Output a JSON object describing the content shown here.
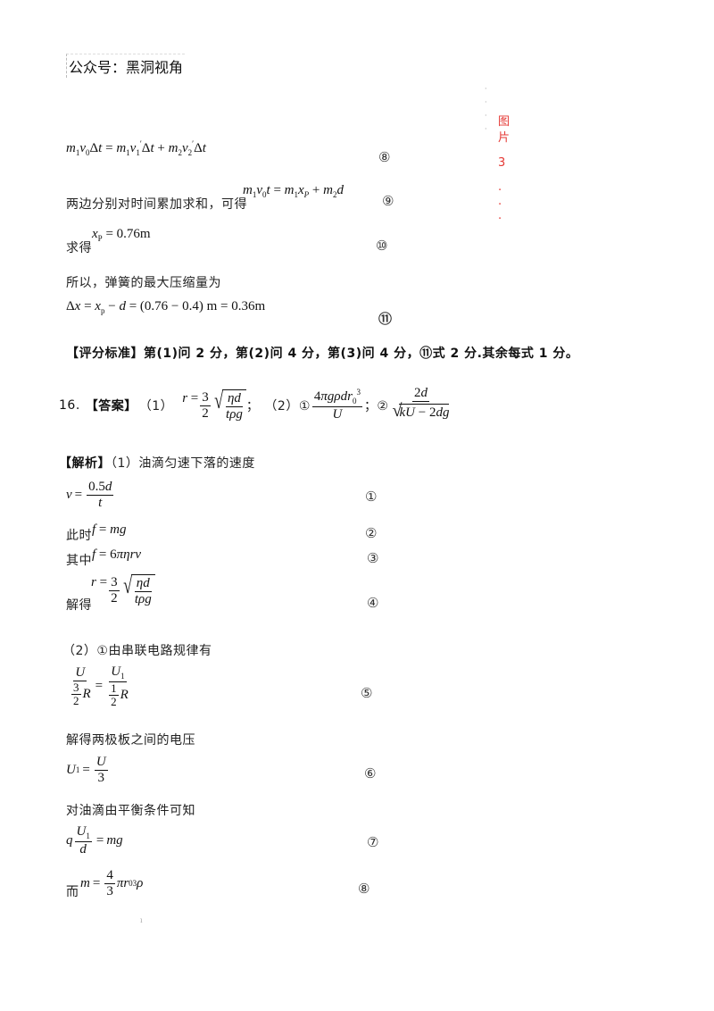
{
  "header": {
    "label": "公众号：黑洞视角"
  },
  "side_note": {
    "text_line1": "图",
    "text_line2": "片",
    "number": "3",
    "dots": [
      ".",
      ".",
      "."
    ]
  },
  "part_a": {
    "eq8": {
      "lhs": "m₁v₀Δt = m₁v₁′Δt + m₂v₂′Δt",
      "marker": "⑧"
    },
    "eq9": {
      "lead": "两边分别对时间累加求和，可得",
      "formula": "m₁v₀t = m₁x_P + m₂d",
      "marker": "⑨"
    },
    "eq10": {
      "lead": "求得",
      "formula": "x_P = 0.76m",
      "marker": "⑩"
    },
    "line_so": "所以，弹簧的最大压缩量为",
    "eq11": {
      "formula": "Δx = x_P − d = (0.76 − 0.4)m = 0.36m",
      "marker": "⑪"
    }
  },
  "scoring": {
    "label": "【评分标准】",
    "text": "第(1)问 2 分，第(2)问 4 分，第(3)问 4 分，⑪式 2 分.其余每式 1 分。"
  },
  "q16": {
    "number": "16.",
    "answer_label": "【答案】",
    "part1_label": "（1）",
    "part1_formula": "r = (3/2)√(ηd/(tρg))",
    "sep1": "；",
    "part2_label": "（2）①",
    "part2_formula": "4πgρd r₀³ / U",
    "sep2": "；②",
    "part3_formula": "2d / √(kU − 2dg)"
  },
  "analysis": {
    "label": "【解析】",
    "intro": "（1）油滴匀速下落的速度",
    "eq1": {
      "formula": "v = 0.5d / t",
      "marker": "①"
    },
    "eq2": {
      "lead": "此时",
      "formula": "f = mg",
      "marker": "②"
    },
    "eq3": {
      "lead": "其中",
      "formula": "f = 6πηrv",
      "marker": "③"
    },
    "eq4": {
      "lead": "解得",
      "formula": "r = (3/2)√(ηd/(tρg))",
      "marker": "④"
    },
    "part2_intro": "（2）①由串联电路规律有",
    "eq5": {
      "formula": "U / ((3/2)R) = U₁ / ((1/2)R)",
      "marker": "⑤"
    },
    "line_voltage": "解得两极板之间的电压",
    "eq6": {
      "formula": "U₁ = U / 3",
      "marker": "⑥"
    },
    "line_balance": "对油滴由平衡条件可知",
    "eq7": {
      "formula": "q U₁ / d = mg",
      "marker": "⑦"
    },
    "eq8": {
      "lead": "而",
      "formula": "m = (4/3)πr₀³ρ",
      "marker": "⑧"
    }
  },
  "footer_mark": "ı"
}
